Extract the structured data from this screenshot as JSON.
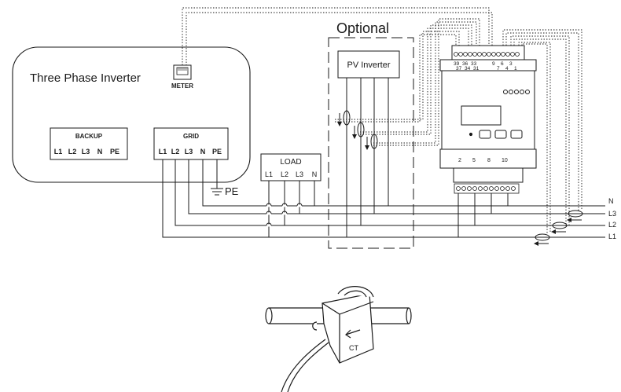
{
  "inverter": {
    "title": "Three Phase Inverter",
    "meter_label": "METER",
    "backup": {
      "title": "BACKUP",
      "terminals": [
        "L1",
        "L2",
        "L3",
        "N",
        "PE"
      ]
    },
    "grid": {
      "title": "GRID",
      "terminals": [
        "L1",
        "L2",
        "L3",
        "N",
        "PE"
      ]
    }
  },
  "pe_label": "PE",
  "load": {
    "title": "LOAD",
    "terminals": [
      "L1",
      "L2",
      "L3",
      "N"
    ]
  },
  "optional": {
    "title": "Optional",
    "pv_inverter": "PV Inverter"
  },
  "meter": {
    "top_terminals": [
      "39",
      "36",
      "33",
      "37",
      "34",
      "31",
      "9",
      "6",
      "3",
      "7",
      "4",
      "1"
    ],
    "bottom_terminals": [
      "2",
      "5",
      "8",
      "10"
    ]
  },
  "lines": [
    "N",
    "L3",
    "L2",
    "L1"
  ],
  "ct_label": "CT"
}
